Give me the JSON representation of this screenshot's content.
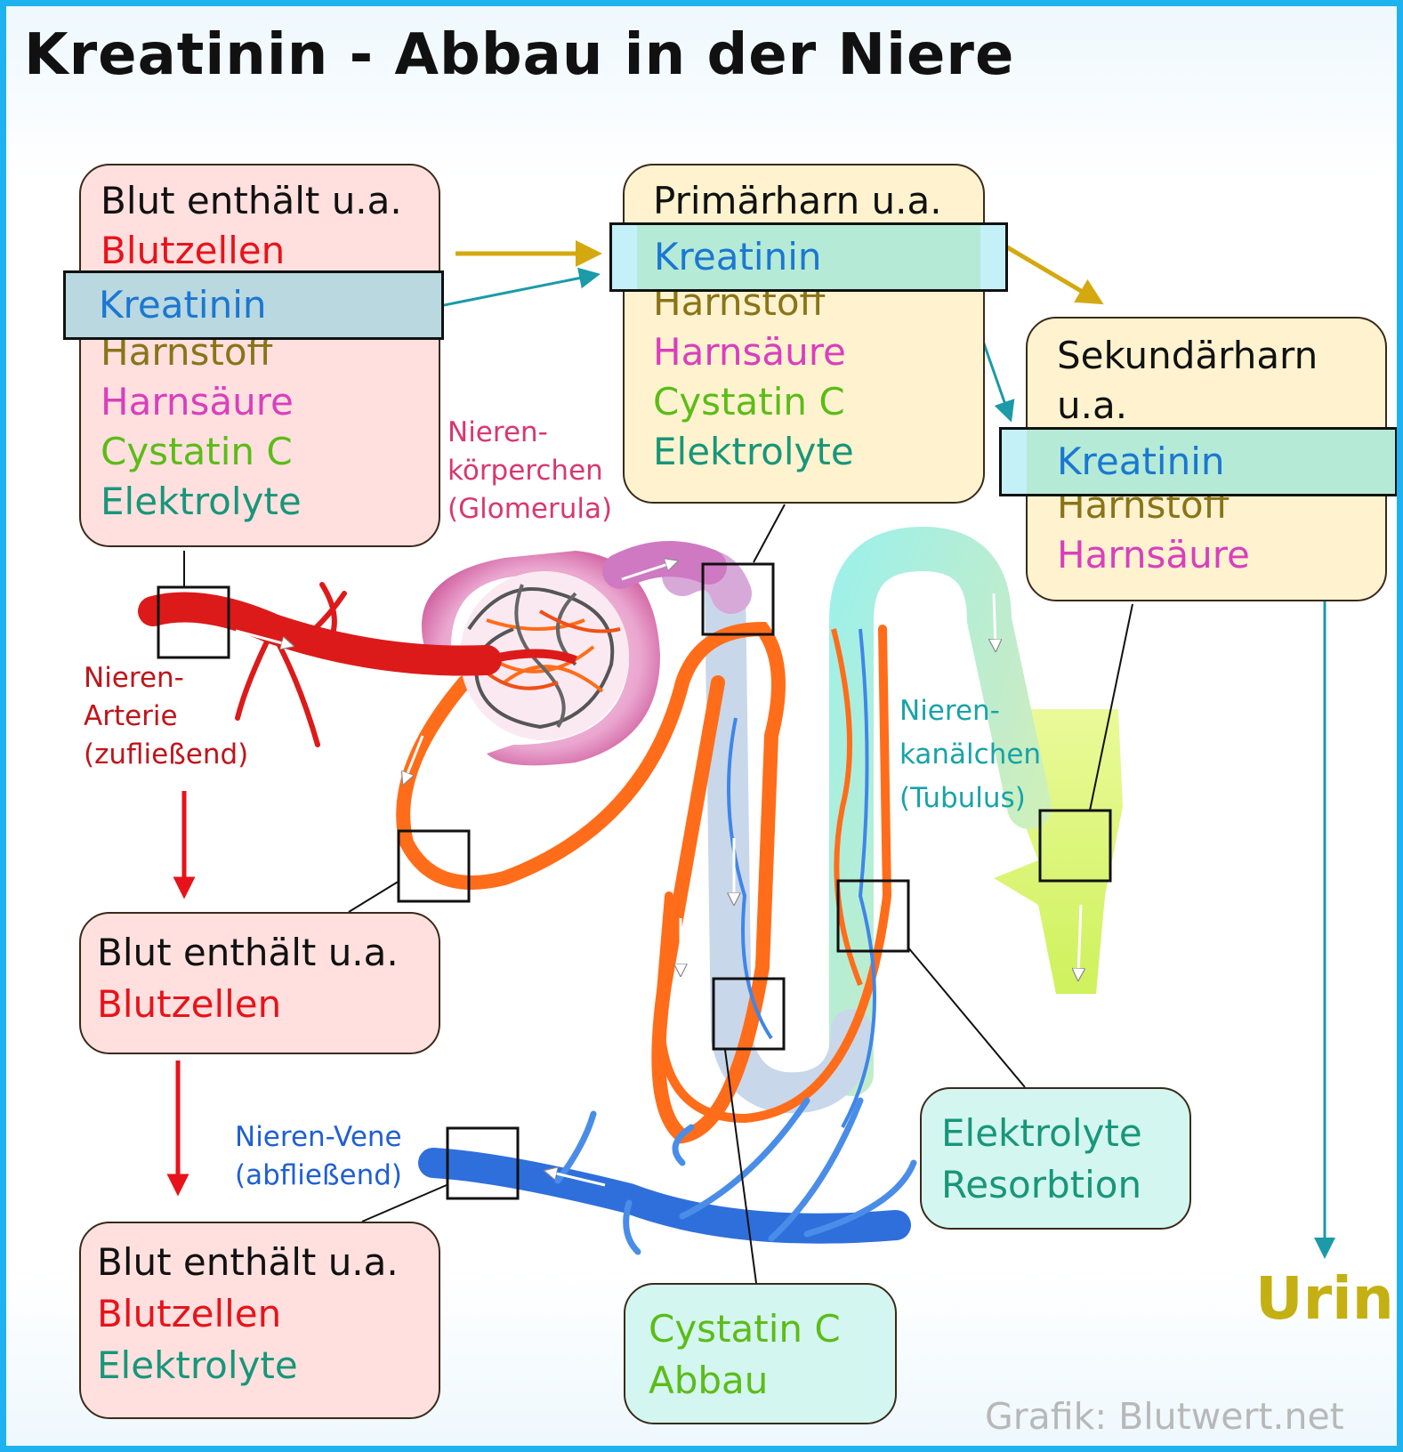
{
  "title": "Kreatinin - Abbau in der Niere",
  "credit": "Grafik: Blutwert.net",
  "colors": {
    "frame": "#1fb2f0",
    "blood_box": "#ffe0df",
    "urine_box": "#fff3cf",
    "process_box": "#d3f7f0",
    "kreatinin": "#1b77d2",
    "blutzellen": "#e8131a",
    "harnstoff": "#8a7418",
    "harnsaeure": "#d93fbd",
    "cystatin": "#5cbc18",
    "elektrolyte": "#18967a",
    "urin": "#c4b012",
    "gold_arrow": "#d4a90f",
    "teal_arrow": "#1b9aa8",
    "artery": "#dd1a1a",
    "vein": "#2f6fdc"
  },
  "blood_in": {
    "heading": "Blut enthält u.a.",
    "items": [
      "Blutzellen",
      "Kreatinin",
      "Harnstoff",
      "Harnsäure",
      "Cystatin C",
      "Elektrolyte"
    ]
  },
  "primary": {
    "heading": "Primärharn u.a.",
    "items": [
      "Kreatinin",
      "Harnstoff",
      "Harnsäure",
      "Cystatin C",
      "Elektrolyte"
    ]
  },
  "secondary": {
    "heading_1": "Sekundärharn",
    "heading_2": "u.a.",
    "items": [
      "Kreatinin",
      "Harnstoff",
      "Harnsäure"
    ]
  },
  "blood_mid": {
    "heading": "Blut enthält u.a.",
    "items": [
      "Blutzellen"
    ]
  },
  "blood_out": {
    "heading": "Blut enthält u.a.",
    "items": [
      "Blutzellen",
      "Elektrolyte"
    ]
  },
  "electrolyte_box": {
    "line1": "Elektrolyte",
    "line2": "Resorbtion"
  },
  "cystatin_box": {
    "line1": "Cystatin C",
    "line2": "Abbau"
  },
  "labels": {
    "glomerula": [
      "Nieren-",
      "körperchen",
      "(Glomerula)"
    ],
    "artery": [
      "Nieren-",
      "Arterie",
      "(zufließend)"
    ],
    "tubulus": [
      "Nieren-",
      "kanälchen",
      "(Tubulus)"
    ],
    "vein": [
      "Nieren-Vene",
      "(abfließend)"
    ]
  },
  "urin": "Urin"
}
